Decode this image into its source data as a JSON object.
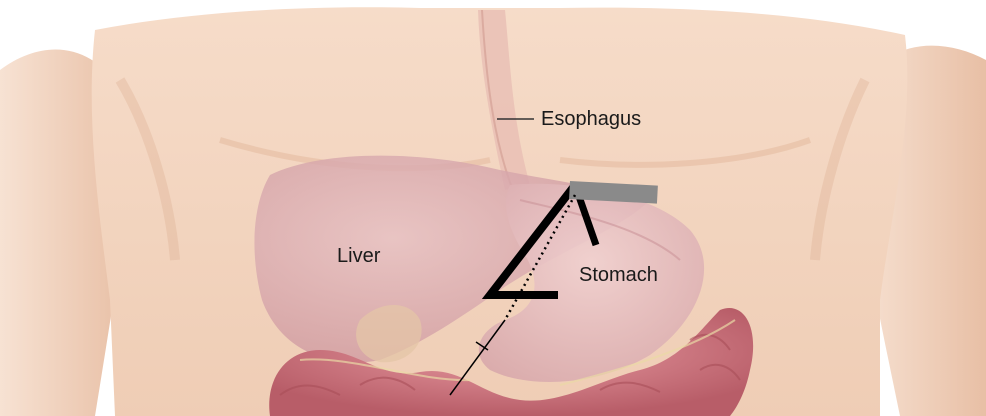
{
  "labels": {
    "esophagus": "Esophagus",
    "liver": "Liver",
    "stomach": "Stomach"
  },
  "colors": {
    "skin": "#f1d3bd",
    "skin_shadow": "#dcae93",
    "liver": "#d7a3a8",
    "stomach": "#e7c0c1",
    "intestine": "#d77b84",
    "overlay_lines": "#000000",
    "overlay_bar": "#8a8a8a"
  }
}
